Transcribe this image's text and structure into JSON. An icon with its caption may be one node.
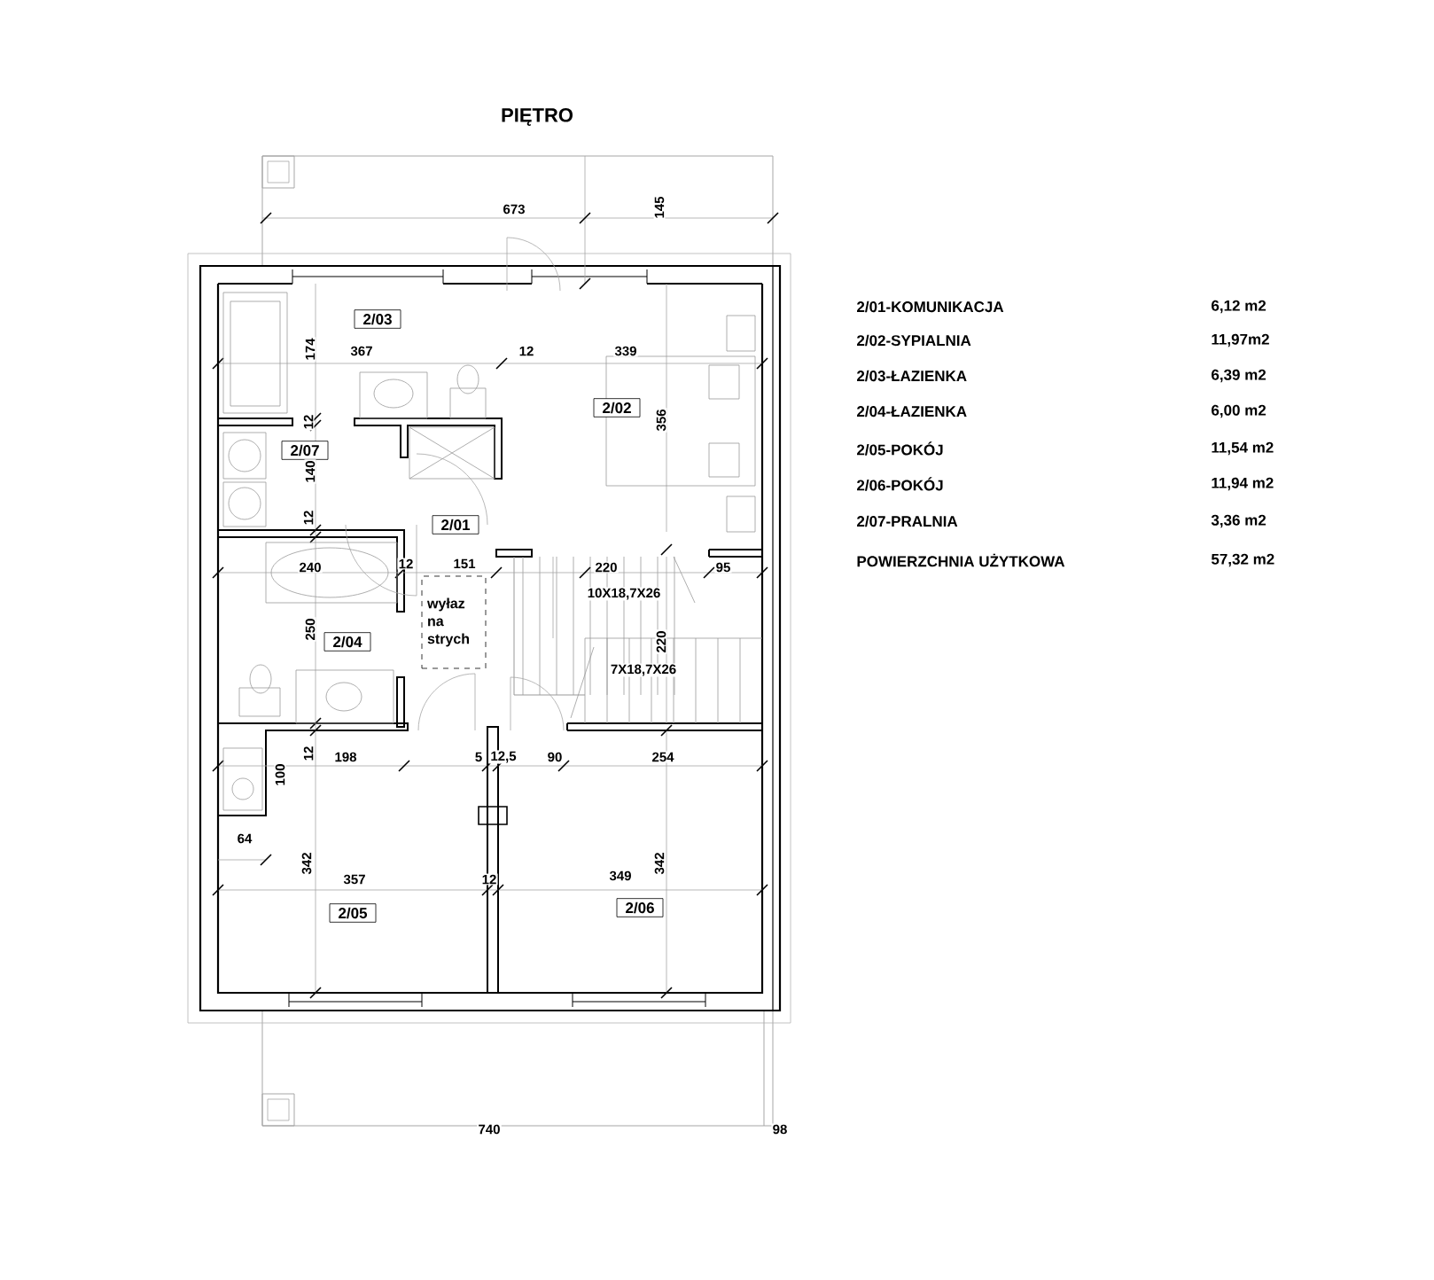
{
  "diagram": {
    "title": "PIĘTRO",
    "nodes": [
      {
        "text": [
          "2/03"
        ]
      },
      {
        "text": [
          "2/02"
        ]
      },
      {
        "text": [
          "2/07"
        ]
      },
      {
        "text": [
          "2/01"
        ]
      },
      {
        "text": [
          "wyłaz na strych"
        ]
      },
      {
        "text": [
          "2/04"
        ]
      },
      {
        "text": [
          "2/05"
        ]
      },
      {
        "text": [
          "2/06"
        ]
      }
    ],
    "labels": [
      "673",
      "145",
      "174",
      "367",
      "12",
      "339",
      "12",
      "356",
      "140",
      "12",
      "240",
      "12",
      "151",
      "220",
      "95",
      "10X18,7X26",
      "250",
      "220",
      "7X18,7X26",
      "12",
      "198",
      "5",
      "12,5",
      "90",
      "254",
      "100",
      "64",
      "342",
      "357",
      "12",
      "349",
      "342",
      "740",
      "98",
      "2/01-KOMUNIKACJA",
      "6,12 m2",
      "2/02-SYPIALNIA",
      "11,97m2",
      "2/03-ŁAZIENKA",
      "6,39 m2",
      "2/04-ŁAZIENKA",
      "6,00 m2",
      "2/05-POKÓJ",
      "11,54 m2",
      "2/06-POKÓJ",
      "11,94 m2",
      "2/07-PRALNIA",
      "3,36 m2",
      "POWIERZCHNIA UŻYTKOWA",
      "57,32 m2"
    ]
  }
}
